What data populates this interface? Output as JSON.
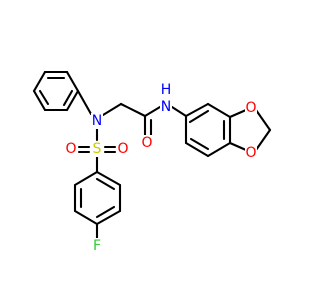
{
  "molecule": {
    "colors": {
      "bond": "#000000",
      "O": "#ff0000",
      "N": "#0000ff",
      "S": "#cccc00",
      "F": "#33cc33",
      "H": "#0000ff"
    },
    "labels": {
      "nh_n": "N",
      "nh_h": "H",
      "amide_o": "O",
      "sulfonamide_n": "N",
      "sulfonyl_s": "S",
      "sulfonyl_o_left": "O",
      "sulfonyl_o_right": "O",
      "dioxole_o_top": "O",
      "dioxole_o_bottom": "O",
      "fluorine": "F"
    }
  }
}
